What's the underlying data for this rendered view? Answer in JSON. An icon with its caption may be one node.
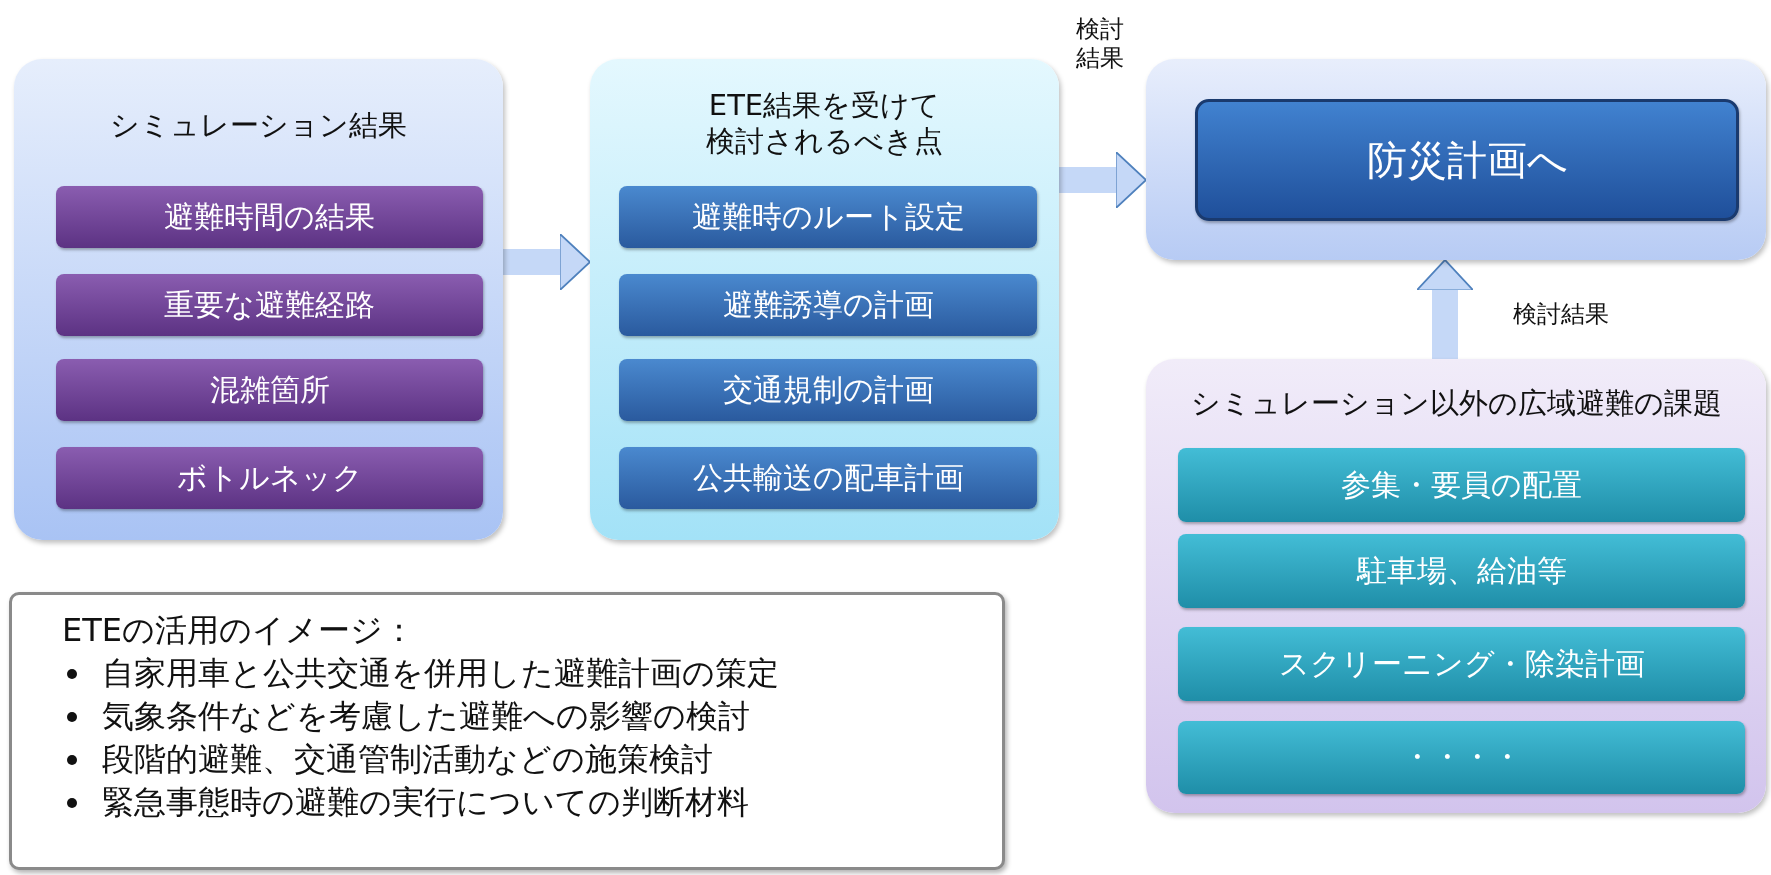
{
  "diagram": {
    "nodes": [
      {
        "text": [
          "シミュレーション結果"
        ]
      },
      {
        "text": [
          "避難時間の結果"
        ],
        "in": 0
      },
      {
        "text": [
          "重要な避難経路"
        ],
        "in": 0
      },
      {
        "text": [
          "混雑箇所"
        ],
        "in": 0
      },
      {
        "text": [
          "ボトルネック"
        ],
        "in": 0
      },
      {
        "text": [
          "ETE結果を受けて検討されるべき点"
        ]
      },
      {
        "text": [
          "避難時のルート設定"
        ],
        "in": 5
      },
      {
        "text": [
          "避難誘導の計画"
        ],
        "in": 5
      },
      {
        "text": [
          "交通規制の計画"
        ],
        "in": 5
      },
      {
        "text": [
          "公共輸送の配車計画"
        ],
        "in": 5
      },
      {
        "text": [],
        "shape": "box"
      },
      {
        "text": [
          "防災計画へ"
        ],
        "in": 10
      },
      {
        "text": [
          "シミュレーション以外の広域避難の課題"
        ]
      },
      {
        "text": [
          "参集・要員の配置"
        ],
        "in": 12
      },
      {
        "text": [
          "駐車場、給油等"
        ],
        "in": 12
      },
      {
        "text": [
          "スクリーニング・除染計画"
        ],
        "in": 12
      },
      {
        "text": [
          "・・・・"
        ],
        "in": 12
      },
      {
        "text": [
          "ETEの活用のイメージ：",
          "自家用車と公共交通を併用した避難計画の策定",
          "気象条件などを考慮した避難への影響の検討",
          "段階的避難、交通管制活動などの施策検討",
          "緊急事態時の避難の実行についての判断材料"
        ]
      }
    ],
    "edges": [
      {
        "from": 0,
        "to": 5,
        "arrow": "to"
      },
      {
        "from": 5,
        "to": 10,
        "arrow": "to",
        "label": "検討結果"
      },
      {
        "from": 12,
        "to": 10,
        "arrow": "to",
        "label": "検討結果"
      }
    ]
  }
}
